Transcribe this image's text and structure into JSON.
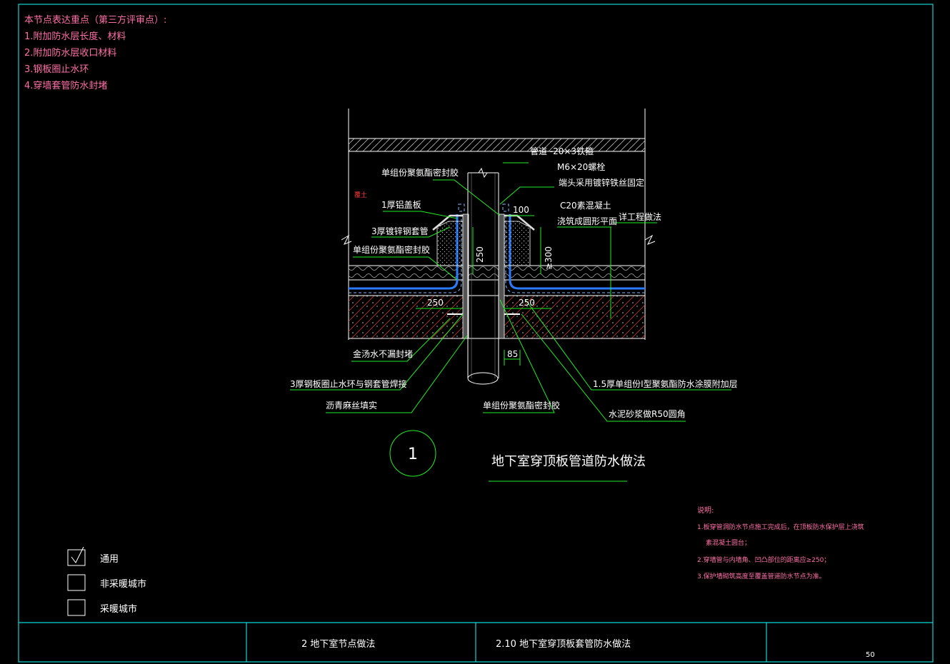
{
  "notes": {
    "heading": "本节点表达重点（第三方评审点）:",
    "items": [
      "1.附加防水层长度、材料",
      "2.附加防水层收口材料",
      "3.钢板圈止水环",
      "4.穿墙套管防水封堵"
    ]
  },
  "callouts": {
    "pipe_clamp": "管道  -20×3铁箍",
    "bolt": "M6×20螺栓",
    "wire": "端头采用镀锌铁丝固定",
    "concrete": "C20素混凝土",
    "round": "浇筑成圆形平面",
    "see_project": "详工程做法",
    "sealant_top": "单组份聚氨酯密封胶",
    "al_cover": "1厚铝盖板",
    "steel_sleeve": "3厚镀锌钢套管",
    "sealant_mid": "单组份聚氨酯密封胶",
    "soil": "覆土",
    "tar_sealing": "金汤水不漏封堵",
    "water_stop": "3厚钢板圈止水环与钢套管焊接",
    "asphalt": "沥青麻丝填实",
    "sealant_bottom": "单组份聚氨酯密封胶",
    "membrane": "1.5厚单组份Ⅰ型聚氨酯防水涂膜附加层",
    "mortar": "水泥砂浆做R50圆角"
  },
  "dimensions": {
    "d100": "100",
    "d250v": "250",
    "d300": "≥300",
    "d250l": "250",
    "d250r": "250",
    "d85": "85"
  },
  "detail": {
    "number": "1",
    "title": "地下室穿顶板管道防水做法"
  },
  "explanation": {
    "heading": "说明:",
    "lines": [
      "1.板穿管洞防水节点施工完成后，在顶板防水保护层上浇筑",
      "素混凝土圆台；",
      "2.穿墙管与内墙角、凹凸部位的距离应≥250；",
      "3.保护墙砌筑高度至覆盖管道防水节点为准。"
    ]
  },
  "legend": [
    {
      "label": "通用",
      "checked": true
    },
    {
      "label": "非采暖城市",
      "checked": false
    },
    {
      "label": "采暖城市",
      "checked": false
    }
  ],
  "titlebar": {
    "section": "2  地下室节点做法",
    "drawing": "2.10  地下室穿顶板套管防水做法",
    "page": "50"
  },
  "colors": {
    "background": "#000000",
    "frame": "#0fd6d6",
    "leader": "#22ee22",
    "membrane": "#2a7cff",
    "note_text": "#ff6fa8",
    "text": "#ffffff"
  }
}
